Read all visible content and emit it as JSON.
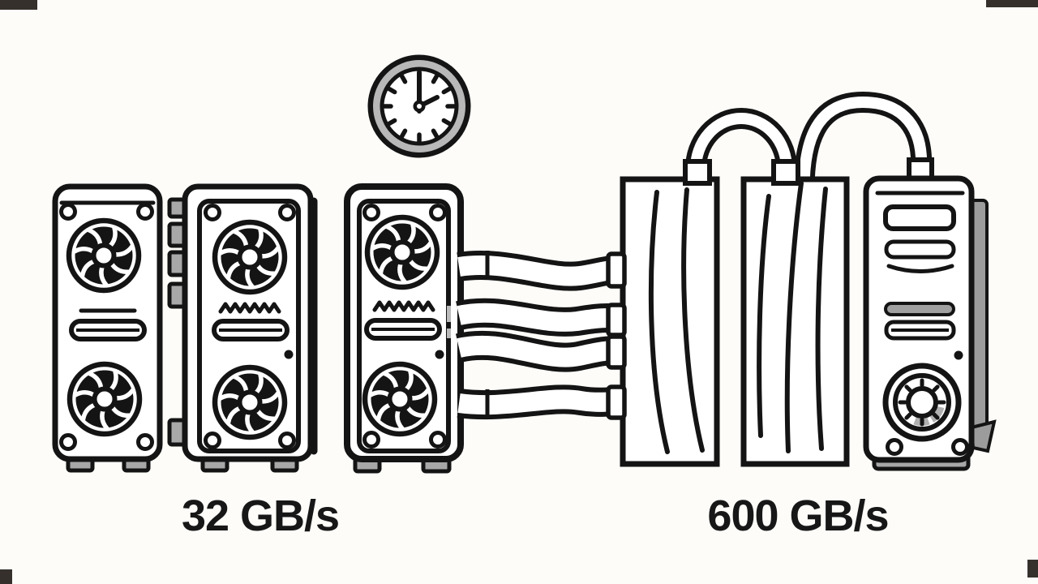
{
  "diagram": {
    "labels": {
      "left_bandwidth": "32 GB/s",
      "right_bandwidth": "600 GB/s"
    },
    "components": {
      "clock_icon": "analog-clock",
      "gpu_cards": 3,
      "fans_per_card": 2,
      "interconnect_cables": 4,
      "bridge_panels": 2,
      "tower_unit": 1
    },
    "colors": {
      "background": "#fdfcf9",
      "ink": "#141414",
      "gray_fill": "#a8a8a8",
      "clock_ring_gray": "#b8b8b8",
      "shadow_gray": "#9c9c9c"
    }
  }
}
